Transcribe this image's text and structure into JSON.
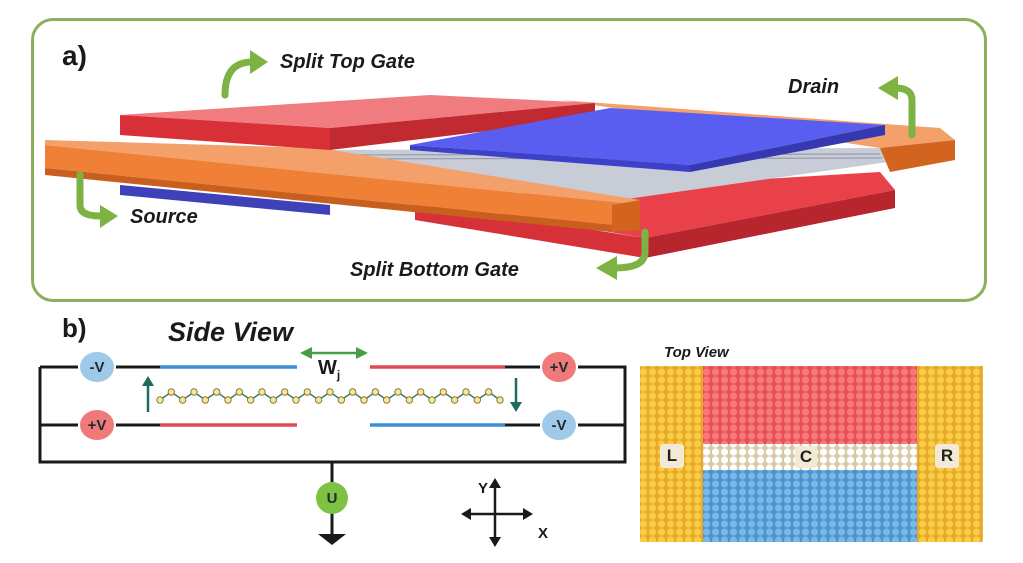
{
  "panel_a": {
    "label": "a)",
    "split_top_gate": "Split Top Gate",
    "drain": "Drain",
    "source": "Source",
    "split_bottom_gate": "Split Bottom Gate"
  },
  "panel_b": {
    "label": "b)",
    "side_view_title": "Side View",
    "top_view_title": "Top View",
    "width_label": "W",
    "width_subscript": "j",
    "neg_v": "-V",
    "pos_v": "+V",
    "u_label": "U",
    "axis_y": "Y",
    "axis_x": "X",
    "region_left": "L",
    "region_center": "C",
    "region_right": "R"
  },
  "colors": {
    "red_gate": "#e8414a",
    "blue_gate": "#4a4ee0",
    "orange_lead": "#f08035",
    "green_arrow": "#7cb342",
    "frame": "#8bb05a",
    "neg_badge": "#9ec9e8",
    "pos_badge": "#f07a7a",
    "u_badge": "#7dc242",
    "lattice_yellow": "#f6c335",
    "lattice_red": "#f06a6a",
    "lattice_blue": "#6aaee0"
  }
}
